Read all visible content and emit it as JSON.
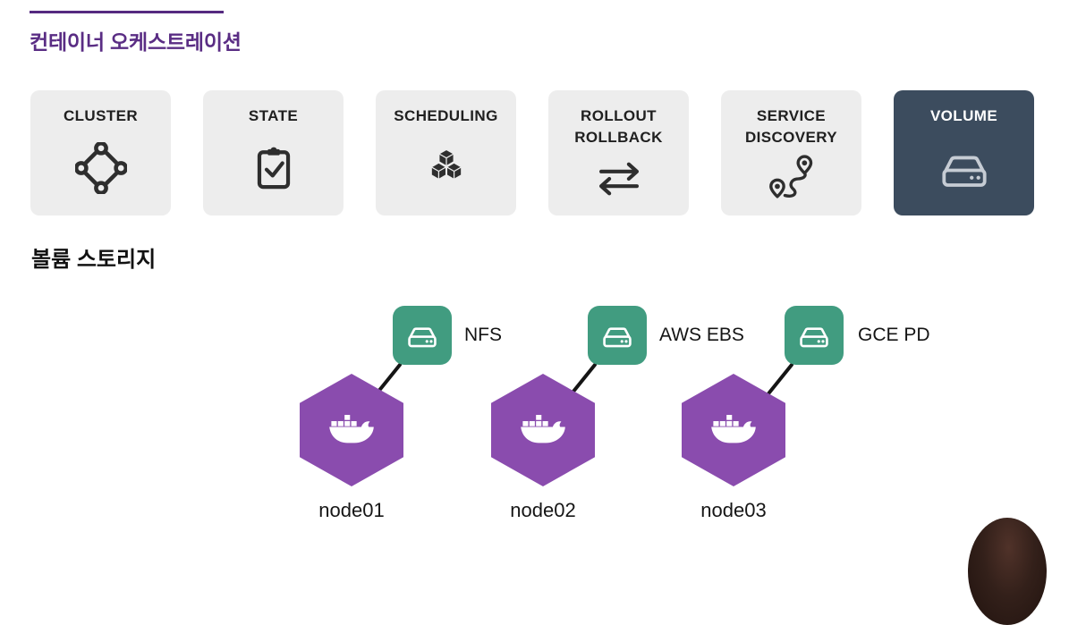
{
  "page": {
    "title": "컨테이너 오케스트레이션",
    "section_title": "볼륨 스토리지"
  },
  "colors": {
    "accent_purple": "#5a2d84",
    "tile_bg": "#ededed",
    "tile_active_bg": "#3c4c5e",
    "hexagon_purple": "#8a4cae",
    "storage_teal": "#419c80",
    "text_dark": "#1c1c1c"
  },
  "tiles": [
    {
      "id": "cluster",
      "lines": [
        "CLUSTER"
      ],
      "icon": "cluster-icon",
      "active": false
    },
    {
      "id": "state",
      "lines": [
        "STATE"
      ],
      "icon": "clipboard-check-icon",
      "active": false
    },
    {
      "id": "scheduling",
      "lines": [
        "SCHEDULING"
      ],
      "icon": "cubes-icon",
      "active": false
    },
    {
      "id": "rollout-rollback",
      "lines": [
        "ROLLOUT",
        "ROLLBACK"
      ],
      "icon": "swap-arrows-icon",
      "active": false
    },
    {
      "id": "service-discovery",
      "lines": [
        "SERVICE",
        "DISCOVERY"
      ],
      "icon": "route-pins-icon",
      "active": false
    },
    {
      "id": "volume",
      "lines": [
        "VOLUME"
      ],
      "icon": "storage-drive-icon",
      "active": true
    }
  ],
  "diagram": {
    "nodes": [
      {
        "name": "node01",
        "storage": "NFS"
      },
      {
        "name": "node02",
        "storage": "AWS EBS"
      },
      {
        "name": "node03",
        "storage": "GCE PD"
      }
    ]
  }
}
